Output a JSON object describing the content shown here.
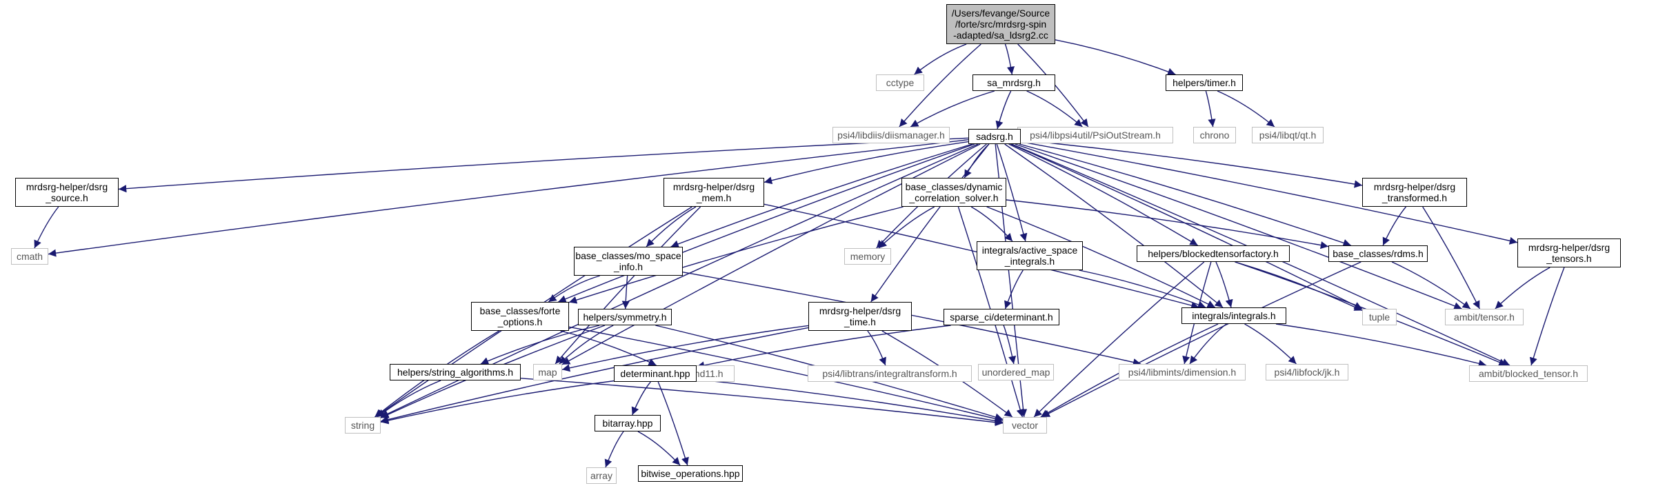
{
  "colors": {
    "edge": "#191970",
    "root_fill": "#bfbfbf",
    "external_border": "#bfbfbf",
    "documented_border": "#000000"
  },
  "nodes": [
    {
      "id": "root",
      "label": "/Users/fevange/Source\n/forte/src/mrdsrg-spin\n-adapted/sa_ldsrg2.cc",
      "kind": "root"
    },
    {
      "id": "cctype",
      "label": "cctype",
      "kind": "external"
    },
    {
      "id": "sa_mrdsrg",
      "label": "sa_mrdsrg.h",
      "kind": "documented"
    },
    {
      "id": "timer",
      "label": "helpers/timer.h",
      "kind": "documented"
    },
    {
      "id": "diis",
      "label": "psi4/libdiis/diismanager.h",
      "kind": "external"
    },
    {
      "id": "psiout",
      "label": "psi4/libpsi4util/PsiOutStream.h",
      "kind": "external"
    },
    {
      "id": "chrono",
      "label": "chrono",
      "kind": "external"
    },
    {
      "id": "qt",
      "label": "psi4/libqt/qt.h",
      "kind": "external"
    },
    {
      "id": "sadsrg",
      "label": "sadsrg.h",
      "kind": "documented"
    },
    {
      "id": "dsrg_source",
      "label": "mrdsrg-helper/dsrg\n_source.h",
      "kind": "documented"
    },
    {
      "id": "dsrg_mem",
      "label": "mrdsrg-helper/dsrg\n_mem.h",
      "kind": "documented"
    },
    {
      "id": "dyn_corr",
      "label": "base_classes/dynamic\n_correlation_solver.h",
      "kind": "documented"
    },
    {
      "id": "dsrg_transformed",
      "label": "mrdsrg-helper/dsrg\n_transformed.h",
      "kind": "documented"
    },
    {
      "id": "dsrg_tensors",
      "label": "mrdsrg-helper/dsrg\n_tensors.h",
      "kind": "documented"
    },
    {
      "id": "cmath",
      "label": "cmath",
      "kind": "external"
    },
    {
      "id": "mo_space",
      "label": "base_classes/mo_space\n_info.h",
      "kind": "documented"
    },
    {
      "id": "memory",
      "label": "memory",
      "kind": "external"
    },
    {
      "id": "active_space",
      "label": "integrals/active_space\n_integrals.h",
      "kind": "documented"
    },
    {
      "id": "blocked_factory",
      "label": "helpers/blockedtensorfactory.h",
      "kind": "documented"
    },
    {
      "id": "rdms",
      "label": "base_classes/rdms.h",
      "kind": "documented"
    },
    {
      "id": "forte_options",
      "label": "base_classes/forte\n_options.h",
      "kind": "documented"
    },
    {
      "id": "symmetry",
      "label": "helpers/symmetry.h",
      "kind": "documented"
    },
    {
      "id": "dsrg_time",
      "label": "mrdsrg-helper/dsrg\n_time.h",
      "kind": "documented"
    },
    {
      "id": "determinant_h",
      "label": "sparse_ci/determinant.h",
      "kind": "documented"
    },
    {
      "id": "integrals",
      "label": "integrals/integrals.h",
      "kind": "documented"
    },
    {
      "id": "tuple",
      "label": "tuple",
      "kind": "external"
    },
    {
      "id": "ambit_tensor",
      "label": "ambit/tensor.h",
      "kind": "external"
    },
    {
      "id": "pybind",
      "label": "pybind11/pybind11.h",
      "kind": "external"
    },
    {
      "id": "string_alg",
      "label": "helpers/string_algorithms.h",
      "kind": "documented"
    },
    {
      "id": "map",
      "label": "map",
      "kind": "external"
    },
    {
      "id": "determinant_hpp",
      "label": "determinant.hpp",
      "kind": "documented"
    },
    {
      "id": "integraltransform",
      "label": "psi4/libtrans/integraltransform.h",
      "kind": "external"
    },
    {
      "id": "unordered_map",
      "label": "unordered_map",
      "kind": "external"
    },
    {
      "id": "dimension",
      "label": "psi4/libmints/dimension.h",
      "kind": "external"
    },
    {
      "id": "jk",
      "label": "psi4/libfock/jk.h",
      "kind": "external"
    },
    {
      "id": "ambit_blocked",
      "label": "ambit/blocked_tensor.h",
      "kind": "external"
    },
    {
      "id": "string",
      "label": "string",
      "kind": "external"
    },
    {
      "id": "vector",
      "label": "vector",
      "kind": "external"
    },
    {
      "id": "bitarray",
      "label": "bitarray.hpp",
      "kind": "documented"
    },
    {
      "id": "array",
      "label": "array",
      "kind": "external"
    },
    {
      "id": "bitwise",
      "label": "bitwise_operations.hpp",
      "kind": "documented"
    }
  ],
  "edges": [
    [
      "root",
      "cctype"
    ],
    [
      "root",
      "sa_mrdsrg"
    ],
    [
      "root",
      "timer"
    ],
    [
      "root",
      "diis"
    ],
    [
      "root",
      "psiout"
    ],
    [
      "timer",
      "chrono"
    ],
    [
      "timer",
      "qt"
    ],
    [
      "sa_mrdsrg",
      "diis"
    ],
    [
      "sa_mrdsrg",
      "psiout"
    ],
    [
      "sa_mrdsrg",
      "sadsrg"
    ],
    [
      "sadsrg",
      "cmath"
    ],
    [
      "sadsrg",
      "dsrg_source"
    ],
    [
      "sadsrg",
      "dsrg_mem"
    ],
    [
      "sadsrg",
      "dyn_corr"
    ],
    [
      "sadsrg",
      "dsrg_transformed"
    ],
    [
      "sadsrg",
      "dsrg_tensors"
    ],
    [
      "sadsrg",
      "mo_space"
    ],
    [
      "sadsrg",
      "memory"
    ],
    [
      "sadsrg",
      "active_space"
    ],
    [
      "sadsrg",
      "blocked_factory"
    ],
    [
      "sadsrg",
      "rdms"
    ],
    [
      "sadsrg",
      "forte_options"
    ],
    [
      "sadsrg",
      "dsrg_time"
    ],
    [
      "sadsrg",
      "integrals"
    ],
    [
      "sadsrg",
      "tuple"
    ],
    [
      "sadsrg",
      "ambit_tensor"
    ],
    [
      "sadsrg",
      "ambit_blocked"
    ],
    [
      "sadsrg",
      "map"
    ],
    [
      "sadsrg",
      "string"
    ],
    [
      "sadsrg",
      "vector"
    ],
    [
      "dsrg_source",
      "cmath"
    ],
    [
      "dsrg_mem",
      "mo_space"
    ],
    [
      "dsrg_mem",
      "string"
    ],
    [
      "dsrg_mem",
      "map"
    ],
    [
      "dsrg_mem",
      "integrals"
    ],
    [
      "dyn_corr",
      "memory"
    ],
    [
      "dyn_corr",
      "active_space"
    ],
    [
      "dyn_corr",
      "forte_options"
    ],
    [
      "dyn_corr",
      "rdms"
    ],
    [
      "dyn_corr",
      "integrals"
    ],
    [
      "dyn_corr",
      "vector"
    ],
    [
      "dsrg_transformed",
      "rdms"
    ],
    [
      "dsrg_transformed",
      "ambit_tensor"
    ],
    [
      "dsrg_tensors",
      "ambit_tensor"
    ],
    [
      "dsrg_tensors",
      "ambit_blocked"
    ],
    [
      "mo_space",
      "forte_options"
    ],
    [
      "mo_space",
      "symmetry"
    ],
    [
      "mo_space",
      "dimension"
    ],
    [
      "active_space",
      "determinant_h"
    ],
    [
      "active_space",
      "integrals"
    ],
    [
      "blocked_factory",
      "integrals"
    ],
    [
      "blocked_factory",
      "tuple"
    ],
    [
      "blocked_factory",
      "dimension"
    ],
    [
      "blocked_factory",
      "ambit_blocked"
    ],
    [
      "blocked_factory",
      "vector"
    ],
    [
      "rdms",
      "ambit_tensor"
    ],
    [
      "rdms",
      "vector"
    ],
    [
      "forte_options",
      "pybind"
    ],
    [
      "forte_options",
      "string"
    ],
    [
      "forte_options",
      "vector"
    ],
    [
      "symmetry",
      "string_alg"
    ],
    [
      "symmetry",
      "map"
    ],
    [
      "symmetry",
      "string"
    ],
    [
      "symmetry",
      "vector"
    ],
    [
      "dsrg_time",
      "map"
    ],
    [
      "dsrg_time",
      "integraltransform"
    ],
    [
      "dsrg_time",
      "string"
    ],
    [
      "dsrg_time",
      "vector"
    ],
    [
      "determinant_h",
      "determinant_hpp"
    ],
    [
      "determinant_h",
      "unordered_map"
    ],
    [
      "integrals",
      "dimension"
    ],
    [
      "integrals",
      "jk"
    ],
    [
      "integrals",
      "ambit_blocked"
    ],
    [
      "integrals",
      "vector"
    ],
    [
      "string_alg",
      "string"
    ],
    [
      "string_alg",
      "vector"
    ],
    [
      "determinant_hpp",
      "bitarray"
    ],
    [
      "determinant_hpp",
      "bitwise"
    ],
    [
      "determinant_hpp",
      "string"
    ],
    [
      "determinant_hpp",
      "vector"
    ],
    [
      "bitarray",
      "array"
    ],
    [
      "bitarray",
      "bitwise"
    ]
  ]
}
